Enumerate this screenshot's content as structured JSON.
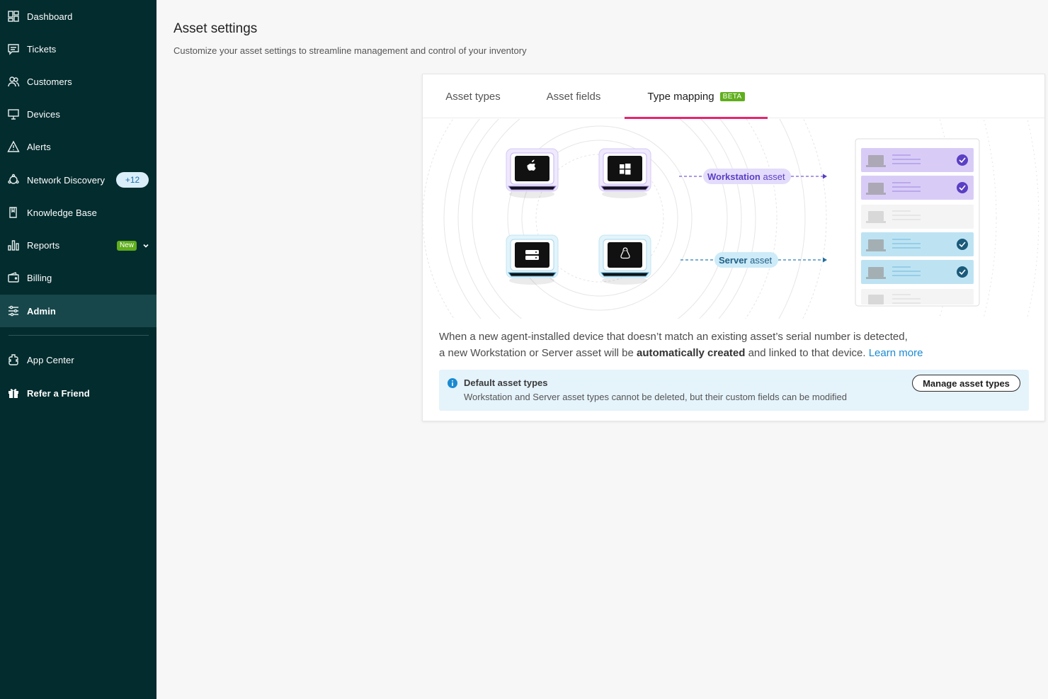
{
  "sidebar": {
    "items": [
      {
        "label": "Dashboard",
        "icon": "dashboard-icon"
      },
      {
        "label": "Tickets",
        "icon": "tickets-icon"
      },
      {
        "label": "Customers",
        "icon": "customers-icon"
      },
      {
        "label": "Devices",
        "icon": "devices-icon"
      },
      {
        "label": "Alerts",
        "icon": "alert-icon"
      },
      {
        "label": "Network Discovery",
        "icon": "network-discovery-icon",
        "badge": "+12"
      },
      {
        "label": "Knowledge Base",
        "icon": "knowledge-base-icon"
      },
      {
        "label": "Reports",
        "icon": "reports-icon",
        "badge": "New"
      },
      {
        "label": "Billing",
        "icon": "billing-icon"
      },
      {
        "label": "Admin",
        "icon": "admin-icon",
        "active": true
      },
      {
        "label": "App Center",
        "icon": "app-center-icon"
      },
      {
        "label": "Refer a Friend",
        "icon": "gift-icon"
      }
    ]
  },
  "header": {
    "title": "Asset settings",
    "subtitle": "Customize your asset settings to streamline management and control of your inventory"
  },
  "tabs": [
    {
      "label": "Asset types"
    },
    {
      "label": "Asset fields"
    },
    {
      "label": "Type mapping",
      "badge": "BETA",
      "active": true
    }
  ],
  "illustration": {
    "workstation_label_bold": "Workstation",
    "workstation_label_rest": " asset",
    "server_label_bold": "Server",
    "server_label_rest": " asset",
    "colors": {
      "workstation": "#7b5cd6",
      "server": "#2b8cc4",
      "accent": "#e8246d"
    }
  },
  "description": {
    "line1": "When a new agent-installed device that doesn’t match an existing asset’s serial number is detected,",
    "line2_pre": "a new Workstation or Server asset will be ",
    "line2_bold": "automatically created",
    "line2_post": " and linked to that device. ",
    "link": "Learn more"
  },
  "info": {
    "title": "Default asset types",
    "text": "Workstation and Server asset types cannot be deleted, but their custom fields can be modified",
    "button": "Manage asset types"
  }
}
